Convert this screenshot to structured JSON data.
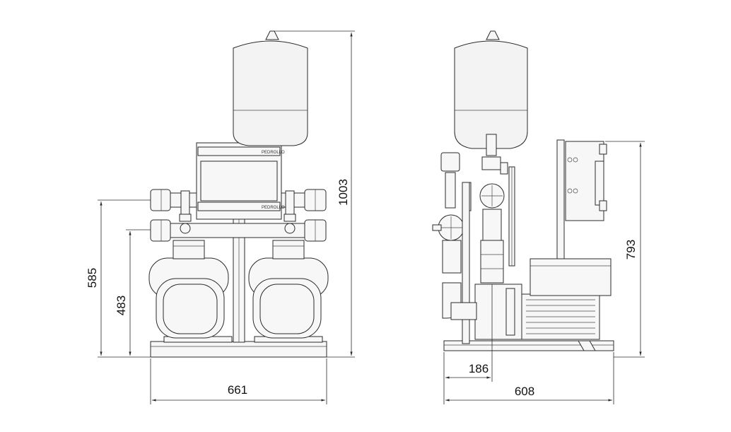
{
  "diagram": {
    "front_view": {
      "dimensions": {
        "total_height": "1003",
        "upper_pipe_height": "585",
        "lower_pipe_height": "483",
        "width": "661"
      }
    },
    "side_view": {
      "dimensions": {
        "control_box_height": "793",
        "outlet_offset": "186",
        "depth": "608"
      }
    },
    "colors": {
      "line": "#2b2b2b",
      "fill": "#f3f3f3"
    },
    "nameplate_text": "PEDROLLO"
  }
}
